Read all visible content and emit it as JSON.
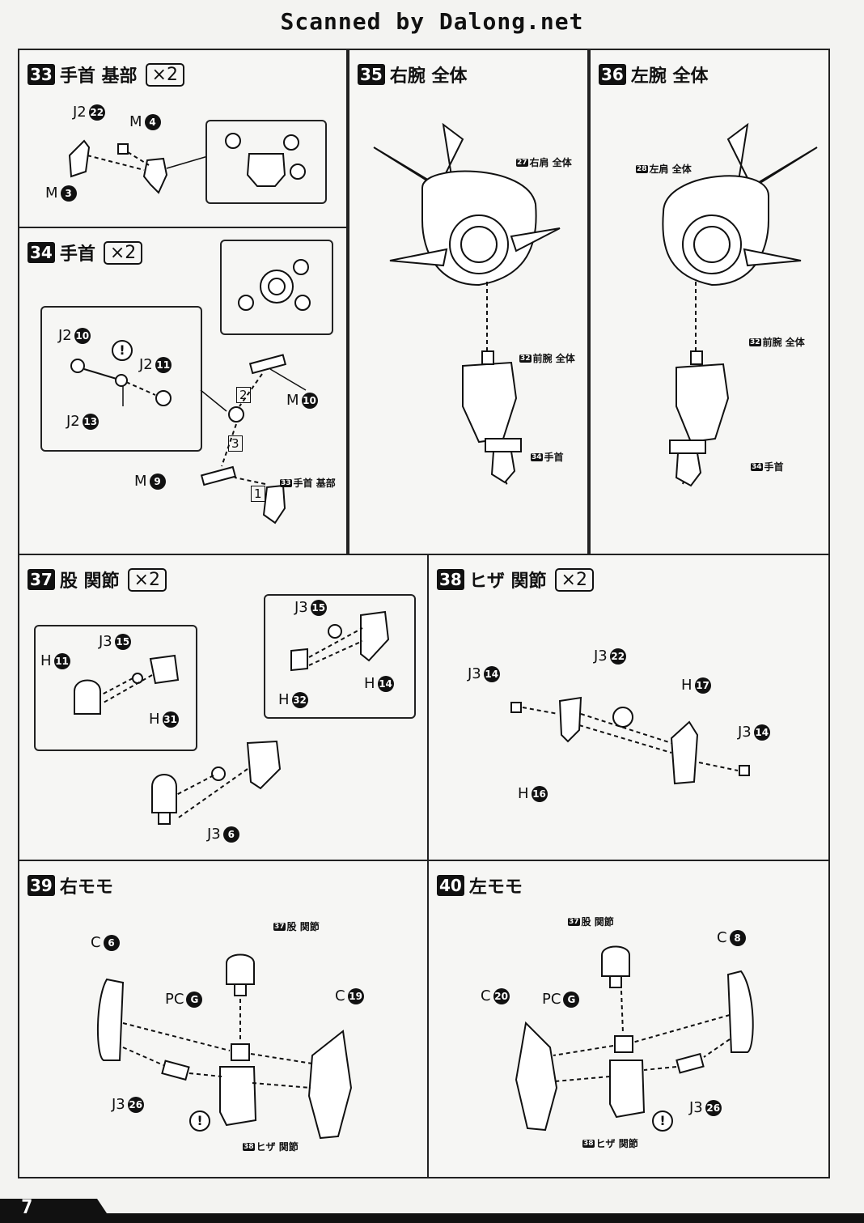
{
  "header": "Scanned by Dalong.net",
  "page_number": "7",
  "steps": {
    "s33": {
      "num": "33",
      "title": "手首 基部",
      "qty": "×2",
      "labels": {
        "a": "J2",
        "a_n": "22",
        "b": "M",
        "b_n": "4",
        "c": "M",
        "c_n": "3"
      }
    },
    "s34": {
      "num": "34",
      "title": "手首",
      "qty": "×2",
      "labels": {
        "j2a": "J2",
        "j2a_n": "10",
        "j2b": "J2",
        "j2b_n": "11",
        "j2c": "J2",
        "j2c_n": "13",
        "m10": "M",
        "m10_n": "10",
        "m9": "M",
        "m9_n": "9",
        "arrow1": "1",
        "arrow2": "2",
        "arrow3": "3",
        "ref_num": "33",
        "ref_text": "手首 基部",
        "warn": "!"
      }
    },
    "s35": {
      "num": "35",
      "title": "右腕 全体",
      "refs": {
        "a_num": "27",
        "a_text": "右肩 全体",
        "b_num": "32",
        "b_text": "前腕 全体",
        "c_num": "34",
        "c_text": "手首"
      }
    },
    "s36": {
      "num": "36",
      "title": "左腕 全体",
      "refs": {
        "a_num": "28",
        "a_text": "左肩 全体",
        "b_num": "32",
        "b_text": "前腕 全体",
        "c_num": "34",
        "c_text": "手首"
      }
    },
    "s37": {
      "num": "37",
      "title": "股 関節",
      "qty": "×2",
      "labels": {
        "h11": "H",
        "h11_n": "11",
        "j3_15a": "J3",
        "j3_15a_n": "15",
        "h31": "H",
        "h31_n": "31",
        "j3_15b": "J3",
        "j3_15b_n": "15",
        "h32": "H",
        "h32_n": "32",
        "h14": "H",
        "h14_n": "14",
        "j3_6": "J3",
        "j3_6_n": "6"
      }
    },
    "s38": {
      "num": "38",
      "title": "ヒザ 関節",
      "qty": "×2",
      "labels": {
        "j3_14a": "J3",
        "j3_14a_n": "14",
        "j3_22": "J3",
        "j3_22_n": "22",
        "h17": "H",
        "h17_n": "17",
        "j3_14b": "J3",
        "j3_14b_n": "14",
        "h16": "H",
        "h16_n": "16"
      }
    },
    "s39": {
      "num": "39",
      "title": "右モモ",
      "labels": {
        "c6": "C",
        "c6_n": "6",
        "pcg": "PC",
        "pcg_n": "G",
        "c19": "C",
        "c19_n": "19",
        "j3_26": "J3",
        "j3_26_n": "26",
        "warn": "!"
      },
      "refs": {
        "top_num": "37",
        "top_text": "股 関節",
        "bot_num": "38",
        "bot_text": "ヒザ 関節"
      }
    },
    "s40": {
      "num": "40",
      "title": "左モモ",
      "labels": {
        "c8": "C",
        "c8_n": "8",
        "c20": "C",
        "c20_n": "20",
        "pcg": "PC",
        "pcg_n": "G",
        "j3_26": "J3",
        "j3_26_n": "26",
        "warn": "!"
      },
      "refs": {
        "top_num": "37",
        "top_text": "股 関節",
        "bot_num": "38",
        "bot_text": "ヒザ 関節"
      }
    }
  }
}
